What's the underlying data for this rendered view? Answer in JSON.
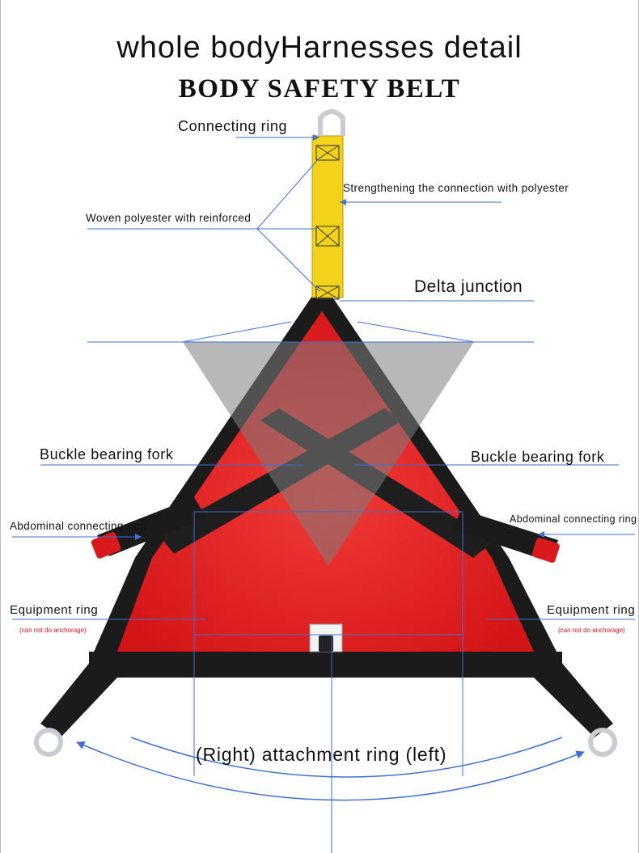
{
  "header": {
    "title": "whole bodyHarnesses detail",
    "subtitle": "BODY SAFETY BELT"
  },
  "labels": {
    "connecting_ring": "Connecting ring",
    "strengthening": "Strengthening the connection with polyester",
    "woven_polyester": "Woven polyester with reinforced",
    "delta_junction": "Delta junction",
    "buckle_left": "Buckle bearing fork",
    "buckle_right": "Buckle bearing fork",
    "abdominal_left": "Abdominal connecting ring",
    "abdominal_right": "Abdominal connecting ring",
    "equipment_left": "Equipment ring",
    "equipment_right": "Equipment ring",
    "warning_left": "(can not do anchorage)",
    "warning_right": "(can not do anchorage)",
    "attachment": "(Right) attachment ring (left)"
  },
  "colors": {
    "strap_yellow": "#f2d21b",
    "fabric_red": "#e31c1f",
    "webbing_black": "#1b1b1b",
    "metal": "#c9ccd1",
    "leader_line": "#3f6fd1",
    "warning_text": "#e0141e"
  }
}
